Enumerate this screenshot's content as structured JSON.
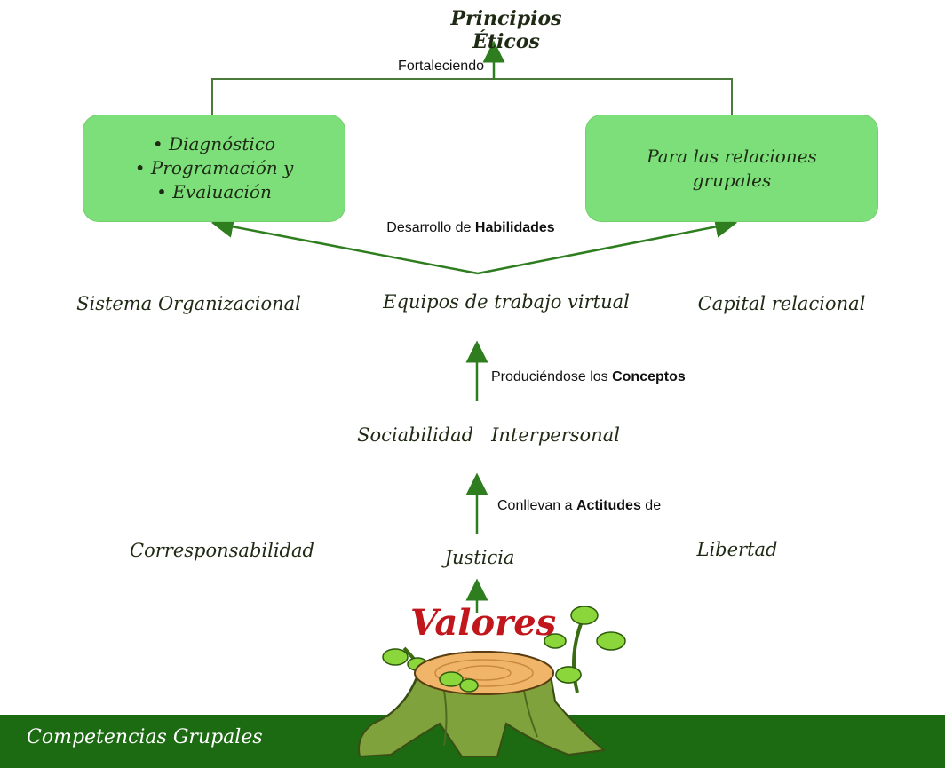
{
  "title": "Principios Éticos",
  "edges": {
    "fortaleciendo": "Fortaleciendo",
    "desarrollo_prefix": "Desarrollo ",
    "desarrollo_de": "de ",
    "desarrollo_bold": "Habilidades",
    "produciendo_prefix": "Produciéndose los ",
    "produciendo_bold": "Conceptos",
    "conllevan_prefix": "Conllevan a ",
    "conllevan_bold": "Actitudes",
    "conllevan_suffix": " de"
  },
  "box_left": {
    "lines": [
      "• Diagnóstico",
      "• Programación y",
      "• Evaluación"
    ]
  },
  "box_right": {
    "lines": [
      "Para las relaciones",
      "grupales"
    ]
  },
  "row_concepts": {
    "left": "Sistema Organizacional",
    "center": "Equipos de trabajo virtual",
    "right": "Capital relacional"
  },
  "row_sociability": "Sociabilidad   Interpersonal",
  "row_values": {
    "left": "Corresponsabilidad",
    "center": "Justicia",
    "right": "Libertad"
  },
  "root_label": "Valores",
  "footer_title": "Competencias Grupales",
  "colors": {
    "box_fill": "#7ddf7a",
    "arrow": "#2e7d1e",
    "footer": "#1c6a12",
    "valores": "#c0161c"
  }
}
